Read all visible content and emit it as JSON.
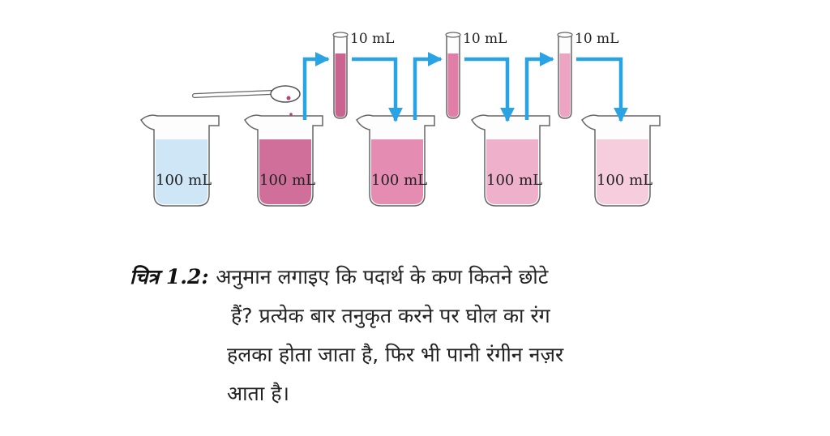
{
  "figure": {
    "beakers": [
      {
        "label": "100 mL",
        "liquid_color": "#cfe6f6",
        "content": "water"
      },
      {
        "label": "100 mL",
        "liquid_color": "#cf6f9a",
        "content": "dye solution"
      },
      {
        "label": "100 mL",
        "liquid_color": "#e58cb3",
        "content": "dilution 1"
      },
      {
        "label": "100 mL",
        "liquid_color": "#efb0cb",
        "content": "dilution 2"
      },
      {
        "label": "100 mL",
        "liquid_color": "#f5cddd",
        "content": "dilution 3"
      }
    ],
    "test_tubes": [
      {
        "label": "10 mL",
        "liquid_color": "#c9638f"
      },
      {
        "label": "10 mL",
        "liquid_color": "#e07ea8"
      },
      {
        "label": "10 mL",
        "liquid_color": "#eca4c2"
      }
    ],
    "arrow_color": "#29a3e3",
    "spoon_color": "#ffffff"
  },
  "caption": {
    "label": "चित्र",
    "number": "1.2:",
    "lines": [
      "अनुमान लगाइए कि पदार्थ के कण कितने छोटे",
      "हैं? प्रत्येक बार तनुकृत करने पर घोल का रंग",
      "हलका होता जाता है, फिर भी पानी रंगीन नज़र",
      "आता है।"
    ]
  }
}
